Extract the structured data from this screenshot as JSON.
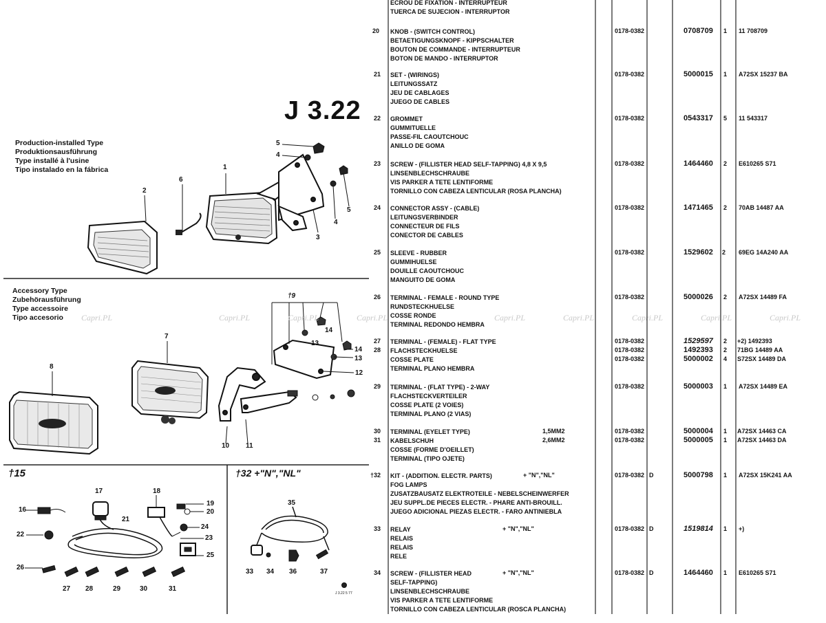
{
  "page_id": "J 3.22",
  "labels": {
    "production": [
      "Production-installed Type",
      "Produktionsausführung",
      "Type installé à l'usine",
      "Tipo instalado en la fábrica"
    ],
    "accessory": [
      "Accessory Type",
      "Zubehörausführung",
      "Type accessoire",
      "Tipo accesorio"
    ],
    "box15": "†15",
    "box32": "†32 +\"N\",\"NL\""
  },
  "callouts": {
    "top": [
      "5",
      "4",
      "1",
      "6",
      "2",
      "4",
      "5",
      "3"
    ],
    "mid": [
      "†9",
      "7",
      "8",
      "13",
      "14",
      "14",
      "13",
      "12",
      "10",
      "11"
    ],
    "bottom": [
      "17",
      "18",
      "16",
      "19",
      "20",
      "21",
      "22",
      "24",
      "23",
      "25",
      "26",
      "27",
      "28",
      "29",
      "30",
      "31"
    ],
    "right_box": [
      "35",
      "33",
      "34",
      "36",
      "37"
    ],
    "stamp": "J 3.22 5 77"
  },
  "watermark": "Capri.PL",
  "rows": [
    {
      "ref": "",
      "desc": [
        "ECROU DE FIXATION - INTERRUPTEUR",
        "TUERCA DE SUJECION - INTERRUPTOR"
      ],
      "date": "",
      "code": "",
      "part": "",
      "qty": "",
      "ford": ""
    },
    {
      "ref": "20",
      "desc": [
        "KNOB - (SWITCH CONTROL)",
        "BETAETIGUNGSKNOPF - KIPPSCHALTER",
        "BOUTON DE COMMANDE - INTERRUPTEUR",
        "BOTON DE MANDO - INTERRUPTOR"
      ],
      "date": "0178-0382",
      "code": "",
      "part": "0708709",
      "qty": "1",
      "ford": "11 708709"
    },
    {
      "ref": "21",
      "desc": [
        "SET - (WIRINGS)",
        "LEITUNGSSATZ",
        "JEU DE CABLAGES",
        "JUEGO DE CABLES"
      ],
      "date": "0178-0382",
      "code": "",
      "part": "5000015",
      "qty": "1",
      "ford": "A72SX 15237 BA"
    },
    {
      "ref": "22",
      "desc": [
        "GROMMET",
        "GUMMITUELLE",
        "PASSE-FIL CAOUTCHOUC",
        "ANILLO DE GOMA"
      ],
      "date": "0178-0382",
      "code": "",
      "part": "0543317",
      "qty": "5",
      "ford": "11 543317"
    },
    {
      "ref": "23",
      "desc": [
        "SCREW - (FILLISTER HEAD SELF-TAPPING) 4,8 X 9,5",
        "LINSENBLECHSCHRAUBE",
        "VIS PARKER A TETE LENTIFORME",
        "TORNILLO CON CABEZA LENTICULAR (ROSA PLANCHA)"
      ],
      "date": "0178-0382",
      "code": "",
      "part": "1464460",
      "qty": "2",
      "ford": "E610265 S71"
    },
    {
      "ref": "24",
      "desc": [
        "CONNECTOR ASSY - (CABLE)",
        "LEITUNGSVERBINDER",
        "CONNECTEUR DE FILS",
        "CONECTOR DE CABLES"
      ],
      "date": "0178-0382",
      "code": "",
      "part": "1471465",
      "qty": "2",
      "ford": "70AB 14487 AA"
    },
    {
      "ref": "25",
      "desc": [
        "SLEEVE - RUBBER",
        "GUMMIHUELSE",
        "DOUILLE CAOUTCHOUC",
        "MANGUITO DE GOMA"
      ],
      "date": "0178-0382",
      "code": "",
      "part": "1529602",
      "qty": "2",
      "ford": "69EG 14A240 AA"
    },
    {
      "ref": "26",
      "desc": [
        "TERMINAL - FEMALE - ROUND TYPE",
        "RUNDSTECKHUELSE",
        "COSSE RONDE",
        "TERMINAL REDONDO HEMBRA"
      ],
      "date": "0178-0382",
      "code": "",
      "part": "5000026",
      "qty": "2",
      "ford": "A72SX 14489 FA"
    },
    {
      "ref": "27",
      "desc": [
        "TERMINAL - (FEMALE) - FLAT TYPE"
      ],
      "date": "0178-0382",
      "code": "",
      "part": "1529597",
      "qty": "2",
      "ford": "+2) 1492393"
    },
    {
      "ref": "28",
      "desc": [
        "FLACHSTECKHUELSE",
        "COSSE PLATE",
        "TERMINAL PLANO HEMBRA"
      ],
      "date": "0178-0382",
      "code": "",
      "part": "1492393",
      "qty": "2",
      "ford": "71BG 14489 AA",
      "extra": {
        "date": "0178-0382",
        "part": "5000002",
        "qty": "4",
        "ford": "S72SX 14489 DA"
      }
    },
    {
      "ref": "29",
      "desc": [
        "TERMINAL - (FLAT TYPE) - 2-WAY",
        "FLACHSTECKVERTEILER",
        "COSSE PLATE (2 VOIES)",
        "TERMINAL PLANO (2 VIAS)"
      ],
      "date": "0178-0382",
      "code": "",
      "part": "5000003",
      "qty": "1",
      "ford": "A72SX 14489 EA"
    },
    {
      "ref": "30",
      "desc": [
        "TERMINAL (EYELET TYPE)"
      ],
      "spec": "1,5MM2",
      "date": "0178-0382",
      "code": "",
      "part": "5000004",
      "qty": "1",
      "ford": "A72SX 14463 CA"
    },
    {
      "ref": "31",
      "desc": [
        "KABELSCHUH",
        "COSSE (FORME D'OEILLET)",
        "TERMINAL (TIPO OJETE)"
      ],
      "spec": "2,6MM2",
      "date": "0178-0382",
      "code": "",
      "part": "5000005",
      "qty": "1",
      "ford": "A72SX 14463 DA"
    },
    {
      "ref": "†32",
      "desc": [
        "KIT - (ADDITION. ELECTR. PARTS)",
        "FOG LAMPS",
        "ZUSATZBAUSATZ ELEKTROTEILE - NEBELSCHEINWERFER",
        "JEU SUPPL.DE PIECES ELECTR. - PHARE ANTI-BROUILL.",
        "JUEGO ADICIONAL PIEZAS ELECTR. - FARO ANTINIEBLA"
      ],
      "spec": "+ \"N\",\"NL\"",
      "date": "0178-0382",
      "code": "D",
      "part": "5000798",
      "qty": "1",
      "ford": "A72SX 15K241 AA"
    },
    {
      "ref": "33",
      "desc": [
        "RELAY",
        "RELAIS",
        "RELAIS",
        "RELE"
      ],
      "spec": "+ \"N\",\"NL\"",
      "date": "0178-0382",
      "code": "D",
      "part": "1519814",
      "qty": "1",
      "ford": "+)"
    },
    {
      "ref": "34",
      "desc": [
        "SCREW - (FILLISTER HEAD",
        "SELF-TAPPING)",
        "LINSENBLECHSCHRAUBE",
        "VIS PARKER A TETE LENTIFORME",
        "TORNILLO CON CABEZA LENTICULAR (ROSCA PLANCHA)"
      ],
      "spec": "+ \"N\",\"NL\"",
      "date": "0178-0382",
      "code": "D",
      "part": "1464460",
      "qty": "1",
      "ford": "E610265 S71"
    }
  ]
}
